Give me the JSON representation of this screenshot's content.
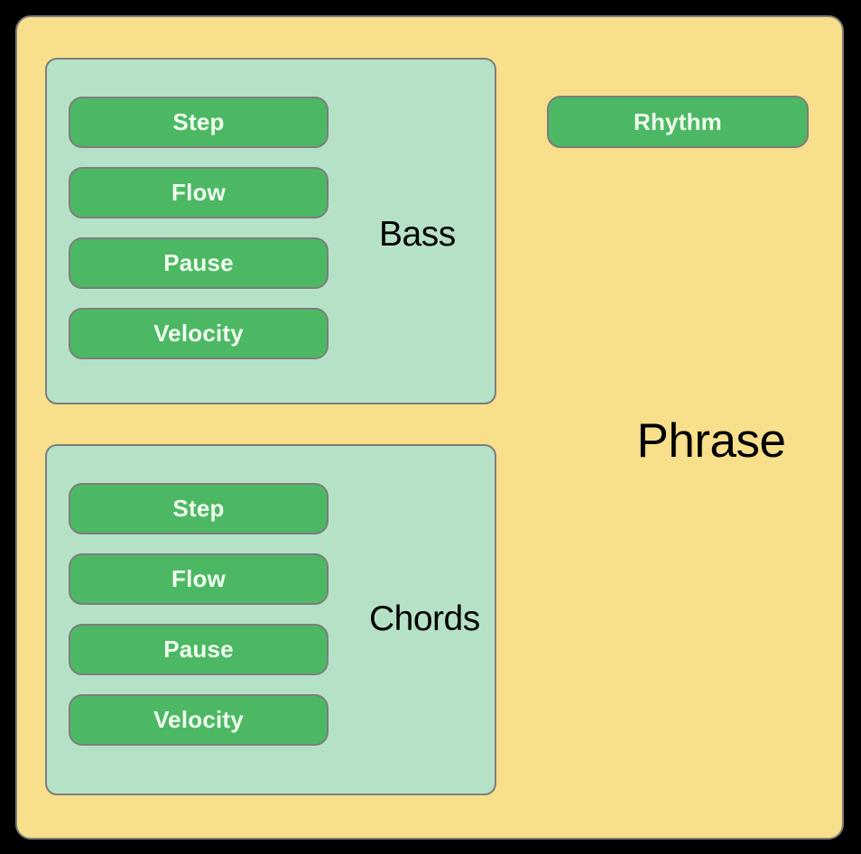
{
  "diagram": {
    "title": "Phrase",
    "outer": {
      "label": "Phrase",
      "background_color": "#F7DF8B",
      "border_color": "#7d7d7d"
    },
    "groups": [
      {
        "id": "bass",
        "label": "Bass",
        "background_color": "#B5E2C6",
        "border_color": "#7d7d7d",
        "buttons": [
          {
            "label": "Step"
          },
          {
            "label": "Flow"
          },
          {
            "label": "Pause"
          },
          {
            "label": "Velocity"
          }
        ]
      },
      {
        "id": "chords",
        "label": "Chords",
        "background_color": "#B5E2C6",
        "border_color": "#7d7d7d",
        "buttons": [
          {
            "label": "Step"
          },
          {
            "label": "Flow"
          },
          {
            "label": "Pause"
          },
          {
            "label": "Velocity"
          }
        ]
      }
    ],
    "standalone_buttons": [
      {
        "id": "rhythm",
        "label": "Rhythm"
      }
    ],
    "colors": {
      "page_background": "#000000",
      "button_fill": "#4DB863",
      "button_text": "#F0FFF0",
      "label_text": "#000000"
    }
  }
}
